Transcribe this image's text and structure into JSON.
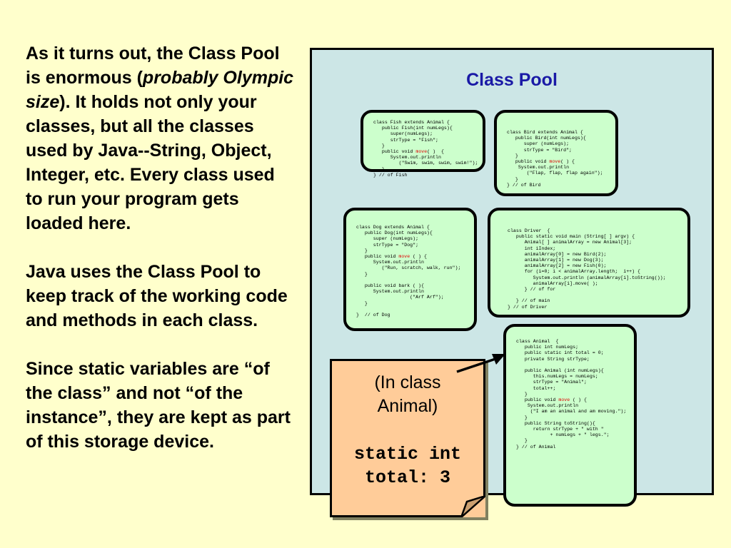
{
  "left_text": {
    "para1_a": "As it turns out, the Class Pool is enormous (",
    "para1_italic": "probably Olympic size",
    "para1_b": ").  It holds not only your classes, but all the classes used by Java--String, Object, Integer, etc.  Every class used to run your program gets loaded here.",
    "para2": "Java uses the Class Pool to keep track of the working code and methods in each class.",
    "para3": "Since static variables are “of the class” and not “of the instance”, they are kept as part of this storage device."
  },
  "pool": {
    "title": "Class Pool",
    "fish": {
      "l1": "class Fish extends Animal {",
      "l2": "   public Fish(int numLegs){",
      "l3": "      super(numLegs);",
      "l4": "      strType = \"Fish\";",
      "l5": "   }",
      "l6_a": "   public void ",
      "l6_red": "move",
      "l6_b": "( )  {",
      "l7": "      System.out.println",
      "l8": "         (\"Swim, swim, swim, swim!\");",
      "l9": "   }",
      "l10": "} // of Fish"
    },
    "bird": {
      "l1": "class Bird extends Animal {",
      "l2": "   public Bird(int numLegs){",
      "l3": "      super (numLegs);",
      "l4": "      strType = \"Bird\";",
      "l5": "   }",
      "l6_a": "   public void ",
      "l6_red": "move",
      "l6_b": "( ) {",
      "l7": "    System.out.println",
      "l8": "       (\"Flap, flap, flap again\");",
      "l9": "   }",
      "l10": "} // of Bird"
    },
    "dog": {
      "l1": "class Dog extends Animal {",
      "l2": "   public Dog(int numLegs){",
      "l3": "      super (numLegs);",
      "l4": "      strType = \"Dog\";",
      "l5": "   }",
      "l6_a": "   public void ",
      "l6_red": "move",
      "l6_b": " ( ) {",
      "l7": "      System.out.println",
      "l8": "         (\"Run, scratch, walk, run\");",
      "l9": "   }",
      "l10": "",
      "l11": "   public void bark ( ){",
      "l12": "      System.out.println",
      "l13": "                   (\"Arf Arf\");",
      "l14": "   }",
      "l15": "",
      "l16": "}  // of Dog"
    },
    "driver": {
      "l1": "class Driver  {",
      "l2": "   public static void main (String[ ] argv) {",
      "l3": "      Animal[ ] animalArray = new Animal[3];",
      "l4": "      int iIndex;",
      "l5": "      animalArray[0] = new Bird(2);",
      "l6": "      animalArray[1] = new Dog(3);",
      "l7": "      animalArray[2] = new Fish(0);",
      "l8": "      for (i=0; i < animalArray.length;  i++) {",
      "l9": "         System.out.println (animalArray[i].toString());",
      "l10": "         animalArray[i].move( );",
      "l11": "      } // of for",
      "l12": "",
      "l13": "   } // of main",
      "l14": "} // of Driver"
    },
    "animal": {
      "l1": "class Animal  {",
      "l2": "   public int numLegs;",
      "l3": "   public static int total = 0;",
      "l4": "   private String strType;",
      "l5": "",
      "l6": "   public Animal (int numLegs){",
      "l7": "      this.numLegs = numLegs;",
      "l8": "      strType = \"Animal\";",
      "l9": "      total++;",
      "l10": "   }",
      "l11_a": "   public void ",
      "l11_red": "move",
      "l11_b": " ( ) {",
      "l12": "    System.out.println",
      "l13": "     (\"I am an animal and am moving.\");",
      "l14": "   }",
      "l15": "   public String toString(){",
      "l16": "      return strType + \" with \"",
      "l17": "            + numLegs + \" legs.\";",
      "l18": "   }",
      "l19": "} // of Animal"
    }
  },
  "note": {
    "line1": "(In class",
    "line2": "Animal)",
    "code1": "static int",
    "code2": "total: 3"
  },
  "colors": {
    "background": "#ffffcc",
    "pool": "#cce6e6",
    "box": "#ccffcc",
    "title": "#1a1aa6",
    "note": "#ffcc99",
    "method_highlight": "#e00000"
  }
}
